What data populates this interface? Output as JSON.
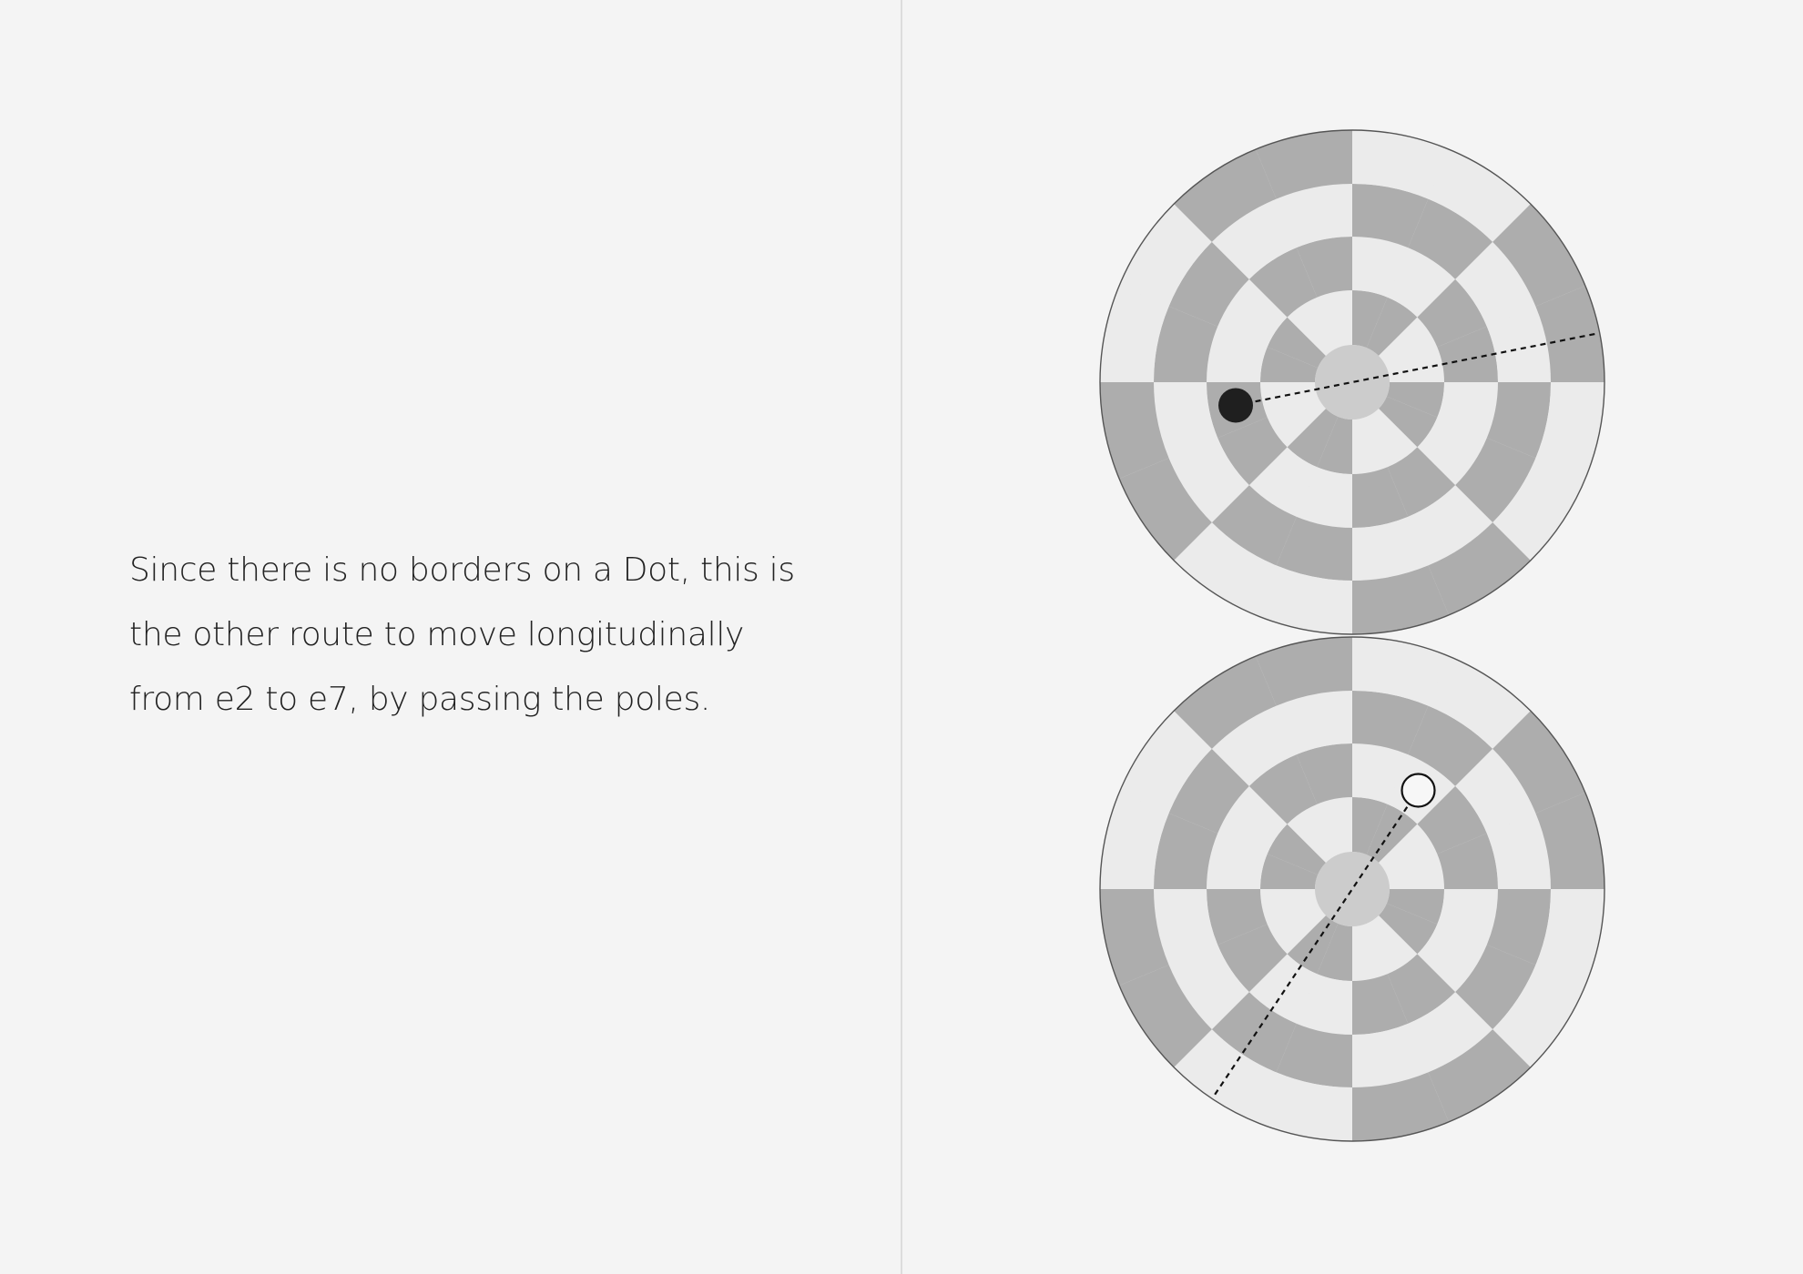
{
  "caption": {
    "lines": [
      "Since there is no borders on a Dot, this is",
      "the other route to move longitudinally",
      "from e2 to e7, by passing the poles."
    ]
  },
  "diagram": {
    "boards": [
      {
        "name": "upper-hemisphere",
        "rotation_deg": 0,
        "piece": "black-stone",
        "piece_cell": {
          "ring": 2,
          "sector": 11
        }
      },
      {
        "name": "lower-hemisphere",
        "rotation_deg": 0,
        "piece": "white-stone-outline",
        "piece_cell": {
          "ring": 2,
          "sector": 1
        }
      }
    ],
    "rings": 4,
    "sectors": 16,
    "colors": {
      "page_background": "#f4f4f4",
      "divider": "#dcdcdc",
      "dark_cell": "#adadad",
      "light_cell": "#ebebeb",
      "pole_cap": "#cccccc",
      "board_outline": "#555555",
      "route_line": "#111111",
      "black_stone": "#1f1f1f",
      "white_stone_fill": "#f7f7f7",
      "white_stone_stroke": "#111111"
    },
    "route_style": "dashed"
  }
}
